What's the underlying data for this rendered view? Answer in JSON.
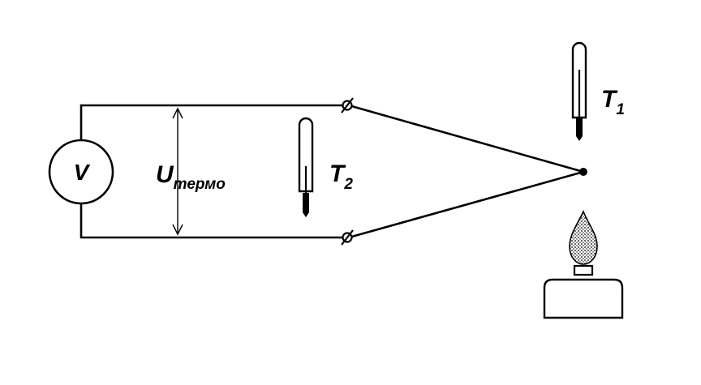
{
  "meter": {
    "symbol": "V"
  },
  "voltage": {
    "symbol": "U",
    "subscript": "термо"
  },
  "thermometer_hot": {
    "symbol": "T",
    "subscript": "1"
  },
  "thermometer_cold": {
    "symbol": "T",
    "subscript": "2"
  },
  "terminal_symbol": "ø",
  "colors": {
    "line": "#000000",
    "background": "#ffffff"
  }
}
